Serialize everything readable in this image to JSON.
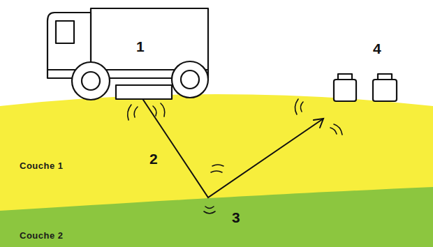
{
  "diagram": {
    "nodes": [
      {
        "text": [
          "Couche 1"
        ]
      },
      {
        "text": [
          "Couche 2"
        ]
      }
    ],
    "labels": [
      "1",
      "2",
      "3",
      "4"
    ]
  }
}
